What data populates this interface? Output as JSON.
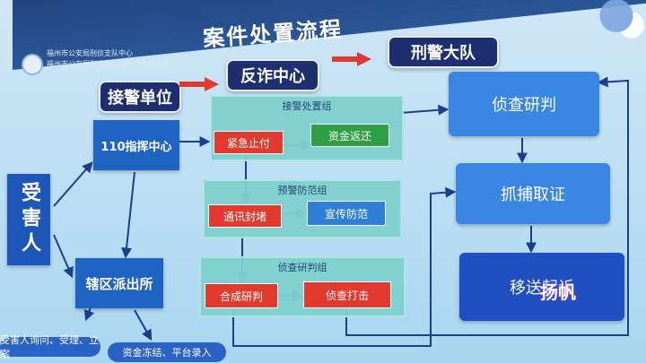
{
  "title": "案件处置流程",
  "logo_text": [
    "福州市公安局刑侦支队中心",
    "福州市公安局刑侦支队“合一”作战平台"
  ],
  "stages": [
    "接警单位",
    "反诈中心",
    "刑警大队"
  ],
  "left_nodes": {
    "victim": "受害人",
    "center_110": "110指挥中心",
    "police_station": "辖区派出所"
  },
  "groups": [
    {
      "title": "接警处置组",
      "actions": [
        {
          "label": "紧急止付",
          "color": "#e23a2f"
        },
        {
          "label": "资金返还",
          "color": "#2ea043"
        }
      ]
    },
    {
      "title": "预警防范组",
      "actions": [
        {
          "label": "通讯封堵",
          "color": "#e23a2f"
        },
        {
          "label": "宣传防范",
          "color": "#2f7fd6"
        }
      ]
    },
    {
      "title": "侦查研判组",
      "actions": [
        {
          "label": "合成研判",
          "color": "#e23a2f"
        },
        {
          "label": "侦查打击",
          "color": "#e23a2f"
        }
      ]
    }
  ],
  "right_steps": [
    "侦查研判",
    "抓捕取证",
    "移送起诉"
  ],
  "bottom_notes": [
    "受害人询问、受理、立案",
    "资金冻结、平台录入"
  ],
  "watermark": "扬帆"
}
